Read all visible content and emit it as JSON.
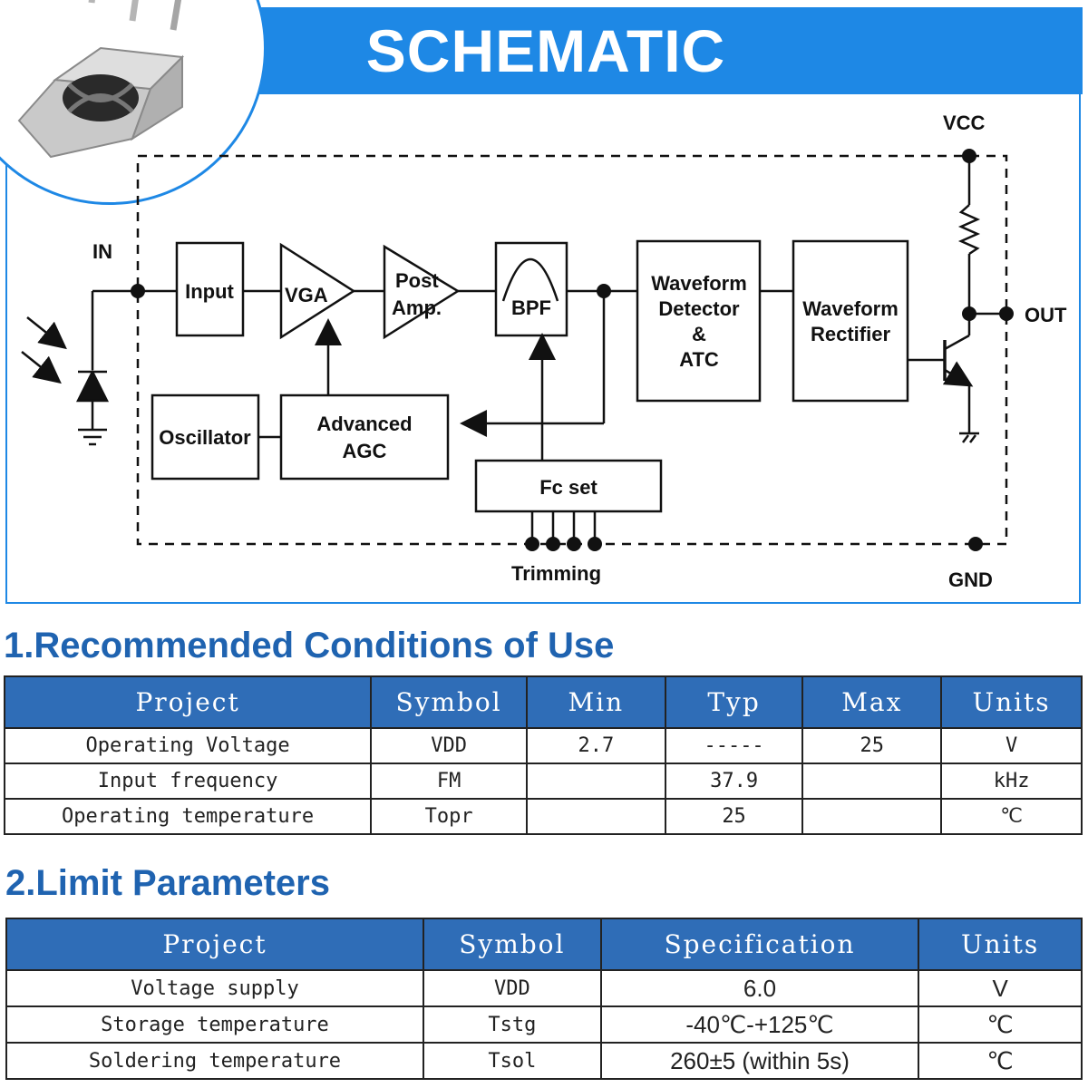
{
  "header": {
    "title": "SCHEMATIC"
  },
  "schematic": {
    "labels": {
      "in": "IN",
      "vcc": "VCC",
      "out": "OUT",
      "gnd": "GND",
      "trimming": "Trimming"
    },
    "blocks": {
      "input": "Input",
      "vga": "VGA",
      "post_amp_1": "Post",
      "post_amp_2": "Amp.",
      "bpf": "BPF",
      "wd_1": "Waveform",
      "wd_2": "Detector",
      "wd_3": "&",
      "wd_4": "ATC",
      "wr_1": "Waveform",
      "wr_2": "Rectifier",
      "oscillator": "Oscillator",
      "agc_1": "Advanced",
      "agc_2": "AGC",
      "fc_set": "Fc set"
    }
  },
  "section1": {
    "title": "1.Recommended Conditions of Use",
    "headers": [
      "Project",
      "Symbol",
      "Min",
      "Typ",
      "Max",
      "Units"
    ],
    "rows": [
      [
        "Operating Voltage",
        "VDD",
        "2.7",
        "-----",
        "25",
        "V"
      ],
      [
        "Input frequency",
        "FM",
        "",
        "37.9",
        "",
        "kHz"
      ],
      [
        "Operating temperature",
        "Topr",
        "",
        "25",
        "",
        "℃"
      ]
    ]
  },
  "section2": {
    "title": "2.Limit Parameters",
    "headers": [
      "Project",
      "Symbol",
      "Specification",
      "Units"
    ],
    "rows": [
      [
        "Voltage supply",
        "VDD",
        "6.0",
        "V"
      ],
      [
        "Storage temperature",
        "Tstg",
        "-40℃-+125℃",
        "℃"
      ],
      [
        "Soldering temperature",
        "Tsol",
        "260±5 (within 5s)",
        "℃"
      ]
    ]
  },
  "colors": {
    "accent": "#1e88e5",
    "table_header": "#2f6db7",
    "section_title": "#1f63b0"
  }
}
